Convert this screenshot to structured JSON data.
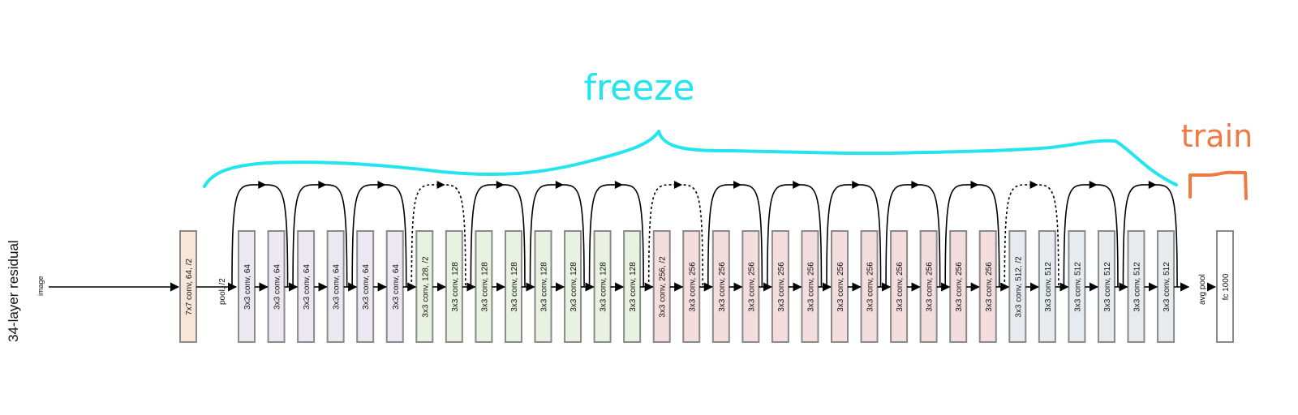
{
  "diagram": {
    "network_label": "34-layer residual",
    "input_label": "image",
    "pool_label": "pool, /2",
    "avgpool_label": "avg pool",
    "freeze_label": "freeze",
    "train_label": "train",
    "colors": {
      "freeze": "#22e5ee",
      "train": "#f07a43",
      "conv7": "#f8e6d8",
      "stage64": "#ece8f1",
      "stage128": "#e8f2e0",
      "stage256": "#f3dddd",
      "stage512": "#e6ebf0",
      "fc": "#ffffff",
      "border": "#8a8a8a"
    },
    "first_layer": {
      "label": "7x7 conv, 64, /2",
      "group": "conv7"
    },
    "layers": [
      {
        "label": "3x3 conv, 64",
        "group": "stage64"
      },
      {
        "label": "3x3 conv, 64",
        "group": "stage64"
      },
      {
        "label": "3x3 conv, 64",
        "group": "stage64"
      },
      {
        "label": "3x3 conv, 64",
        "group": "stage64"
      },
      {
        "label": "3x3 conv, 64",
        "group": "stage64"
      },
      {
        "label": "3x3 conv, 64",
        "group": "stage64"
      },
      {
        "label": "3x3 conv, 128, /2",
        "group": "stage128"
      },
      {
        "label": "3x3 conv, 128",
        "group": "stage128"
      },
      {
        "label": "3x3 conv, 128",
        "group": "stage128"
      },
      {
        "label": "3x3 conv, 128",
        "group": "stage128"
      },
      {
        "label": "3x3 conv, 128",
        "group": "stage128"
      },
      {
        "label": "3x3 conv, 128",
        "group": "stage128"
      },
      {
        "label": "3x3 conv, 128",
        "group": "stage128"
      },
      {
        "label": "3x3 conv, 128",
        "group": "stage128"
      },
      {
        "label": "3x3 conv, 256, /2",
        "group": "stage256"
      },
      {
        "label": "3x3 conv, 256",
        "group": "stage256"
      },
      {
        "label": "3x3 conv, 256",
        "group": "stage256"
      },
      {
        "label": "3x3 conv, 256",
        "group": "stage256"
      },
      {
        "label": "3x3 conv, 256",
        "group": "stage256"
      },
      {
        "label": "3x3 conv, 256",
        "group": "stage256"
      },
      {
        "label": "3x3 conv, 256",
        "group": "stage256"
      },
      {
        "label": "3x3 conv, 256",
        "group": "stage256"
      },
      {
        "label": "3x3 conv, 256",
        "group": "stage256"
      },
      {
        "label": "3x3 conv, 256",
        "group": "stage256"
      },
      {
        "label": "3x3 conv, 256",
        "group": "stage256"
      },
      {
        "label": "3x3 conv, 256",
        "group": "stage256"
      },
      {
        "label": "3x3 conv, 512, /2",
        "group": "stage512"
      },
      {
        "label": "3x3 conv, 512",
        "group": "stage512"
      },
      {
        "label": "3x3 conv, 512",
        "group": "stage512"
      },
      {
        "label": "3x3 conv, 512",
        "group": "stage512"
      },
      {
        "label": "3x3 conv, 512",
        "group": "stage512"
      },
      {
        "label": "3x3 conv, 512",
        "group": "stage512"
      }
    ],
    "fc_layer": {
      "label": "fc 1000",
      "group": "fc"
    },
    "skip_connections": [
      {
        "type": "identity"
      },
      {
        "type": "identity"
      },
      {
        "type": "identity"
      },
      {
        "type": "projection"
      },
      {
        "type": "identity"
      },
      {
        "type": "identity"
      },
      {
        "type": "identity"
      },
      {
        "type": "projection"
      },
      {
        "type": "identity"
      },
      {
        "type": "identity"
      },
      {
        "type": "identity"
      },
      {
        "type": "identity"
      },
      {
        "type": "identity"
      },
      {
        "type": "projection"
      },
      {
        "type": "identity"
      },
      {
        "type": "identity"
      }
    ]
  }
}
